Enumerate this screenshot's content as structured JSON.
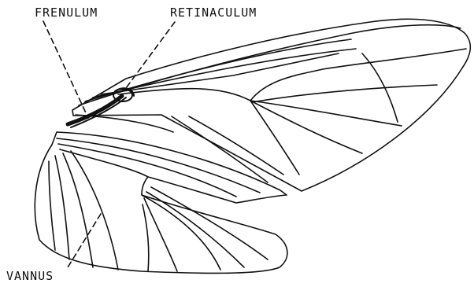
{
  "labels": {
    "frenulum": "FRENULUM",
    "retinaculum": "RETINACULUM",
    "vannus": "VANNUS"
  },
  "colors": {
    "ink": "#111111",
    "background": "#ffffff"
  }
}
